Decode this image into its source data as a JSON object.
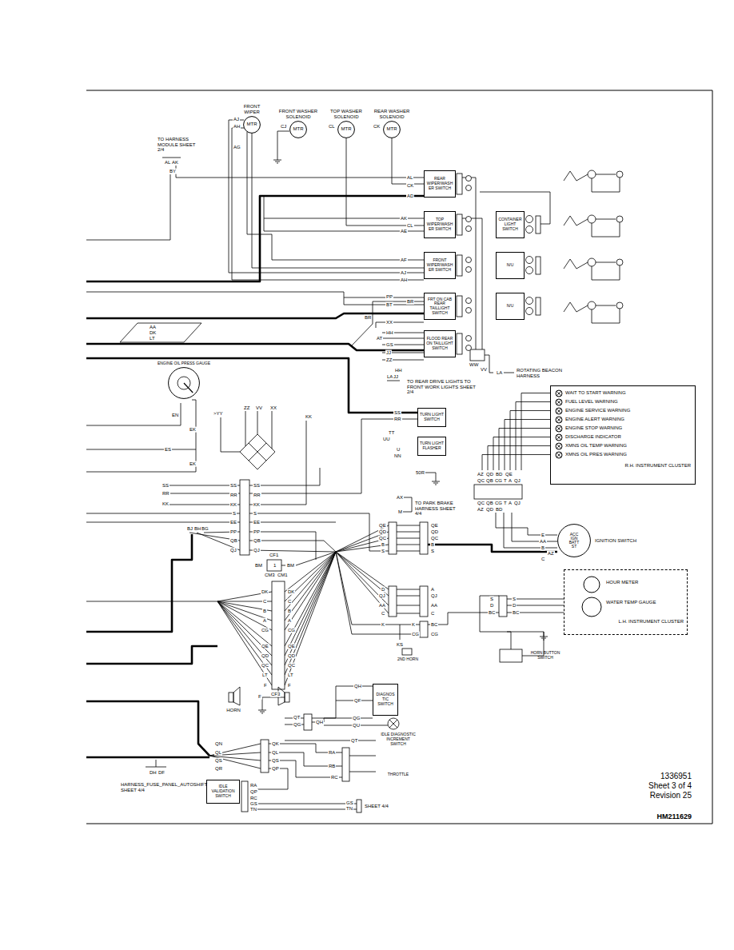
{
  "diagram": {
    "nodes": [
      {
        "text": [
          "FRONT WIPER",
          "MTR"
        ]
      },
      {
        "text": [
          "FRONT WASHER SOLENOID",
          "MTR"
        ]
      },
      {
        "text": [
          "TOP WASHER SOLENOID",
          "MTR"
        ]
      },
      {
        "text": [
          "REAR WASHER SOLENOID",
          "MTR"
        ]
      },
      {
        "text": [
          "REAR WIPER/WASHER SWITCH"
        ]
      },
      {
        "text": [
          "TOP WIPER/WASHER SWITCH"
        ]
      },
      {
        "text": [
          "FRONT WIPER/WASHER SWITCH"
        ]
      },
      {
        "text": [
          "FRT ON CAB REAR TAILLIGHT SWITCH"
        ]
      },
      {
        "text": [
          "FLOOD REAR ON TAILLIGHT SWITCH"
        ]
      },
      {
        "text": [
          "CONTAINER LIGHT SWITCH"
        ]
      },
      {
        "text": [
          "N/U"
        ]
      },
      {
        "text": [
          "N/U"
        ]
      },
      {
        "text": [
          "ENGINE OIL PRESS GAUGE"
        ]
      },
      {
        "text": [
          "TURN LIGHT SWITCH"
        ]
      },
      {
        "text": [
          "TURN LIGHT FLASHER"
        ]
      },
      {
        "text": [
          "WAIT TO START WARNING",
          "FUEL LEVEL WARNING",
          "ENGINE SERVICE WARNING",
          "ENGINE ALERT WARNING",
          "ENGINE STOP WARNING",
          "DISCHARGE INDICATOR",
          "XMNS OIL TEMP WARNING",
          "XMNS OIL PRES WARNING",
          "R.H. INSTRUMENT CLUSTER"
        ]
      },
      {
        "text": [
          "IGNITION SWITCH",
          "ACC",
          "IGN",
          "BATT",
          "ST"
        ]
      },
      {
        "text": [
          "HOUR METER",
          "WATER TEMP GAUGE",
          "L.H. INSTRUMENT CLUSTER"
        ]
      },
      {
        "text": [
          "HORN BUTTON SWITCH"
        ]
      },
      {
        "text": [
          "DIAGNOSTIC SWITCH"
        ]
      },
      {
        "text": [
          "IDLE DIAGNOSTIC INCREMENT SWITCH"
        ]
      },
      {
        "text": [
          "IDLE VALIDATION SWITCH"
        ]
      },
      {
        "text": [
          "THROTTLE"
        ]
      },
      {
        "text": [
          "HORN"
        ]
      },
      {
        "text": [
          "2ND HORN"
        ]
      }
    ],
    "edges": [
      {
        "from": 3,
        "to": 4,
        "arrow": "none"
      },
      {
        "from": 2,
        "to": 5,
        "arrow": "none"
      },
      {
        "from": 0,
        "to": 6,
        "arrow": "none"
      }
    ],
    "labels": [
      "TO HARNESS MODULE SHEET 2/4",
      "AL",
      "AK",
      "BY",
      "AJ",
      "AH",
      "AG",
      "CJ",
      "CL",
      "CK",
      "AL",
      "CK",
      "AD",
      "AK",
      "CL",
      "AE",
      "AF",
      "AJ",
      "AH",
      "PP",
      "BR",
      "BT",
      "XX",
      "BR",
      "HH",
      "AT",
      "GS",
      "JJ",
      "ZZ",
      "LA",
      "JJ",
      "HH",
      "TO REAR DRIVE LIGHTS TO FRONT WORK LIGHTS SHEET 2/4",
      "WW",
      "VV",
      "LA",
      "ROTATING BEACON HARNESS",
      "AA",
      "DK",
      "LT",
      "EN",
      "EK",
      "ES",
      "EK",
      ">YY",
      "ZZ",
      "VV",
      "XX",
      "KK",
      "SS",
      "RR",
      "TT",
      "UU",
      "U",
      "NN",
      "50R",
      "AX",
      "M",
      "TO PARK BRAKE HARNESS SHEET 4/4",
      "SS",
      "RR",
      "KK",
      "BJ",
      "BH",
      "BG",
      "SS",
      "RR",
      "KK",
      "S",
      "EE",
      "PP",
      "QB",
      "QJ",
      "SS",
      "RR",
      "KK",
      "S",
      "EE",
      "PP",
      "QB",
      "QJ",
      "BM",
      "CF1",
      "1",
      "CM3",
      "CM1",
      "BM",
      "DK",
      "C",
      "B",
      "A",
      "CG",
      "QE",
      "QD",
      "QC",
      "LT",
      "F",
      "DK",
      "C",
      "B",
      "A",
      "CG",
      "QE",
      "QD",
      "QC",
      "LT",
      "F",
      "CF3",
      "QE",
      "QD",
      "QC",
      "B",
      "S",
      "QE",
      "QD",
      "QC",
      "B",
      "S",
      "D",
      "QJ",
      "AA",
      "C",
      "A",
      "QJ",
      "AA",
      "C",
      "K",
      "K",
      "BC",
      "CG",
      "CG",
      "KS",
      "AZ",
      "QD",
      "BD",
      "QE",
      "QC",
      "QB",
      "CG",
      "T",
      "A",
      "QJ",
      "QC",
      "QB",
      "CG",
      "T",
      "A",
      "QJ",
      "AZ",
      "QD",
      "BD",
      "E",
      "AA",
      "B",
      "AZ",
      "C",
      "S",
      "D",
      "BC",
      "S",
      "D",
      "BC",
      "QH",
      "QF",
      "QT",
      "QG",
      "QH",
      "QG",
      "QU",
      "QT",
      "F",
      "QN",
      "QL",
      "QS",
      "QR",
      "QK",
      "QL",
      "QS",
      "QP",
      "RA",
      "RB",
      "RC",
      "RA",
      "QP",
      "RC",
      "GS",
      "TN",
      "GS",
      "TN",
      "SHEET 4/4",
      "DH",
      "DF",
      "HARNESS_FUSE_PANEL_AUTOSHIFT SHEET 4/4",
      "1336951",
      "Sheet 3 of 4",
      "Revision 25",
      "HM211629"
    ]
  }
}
